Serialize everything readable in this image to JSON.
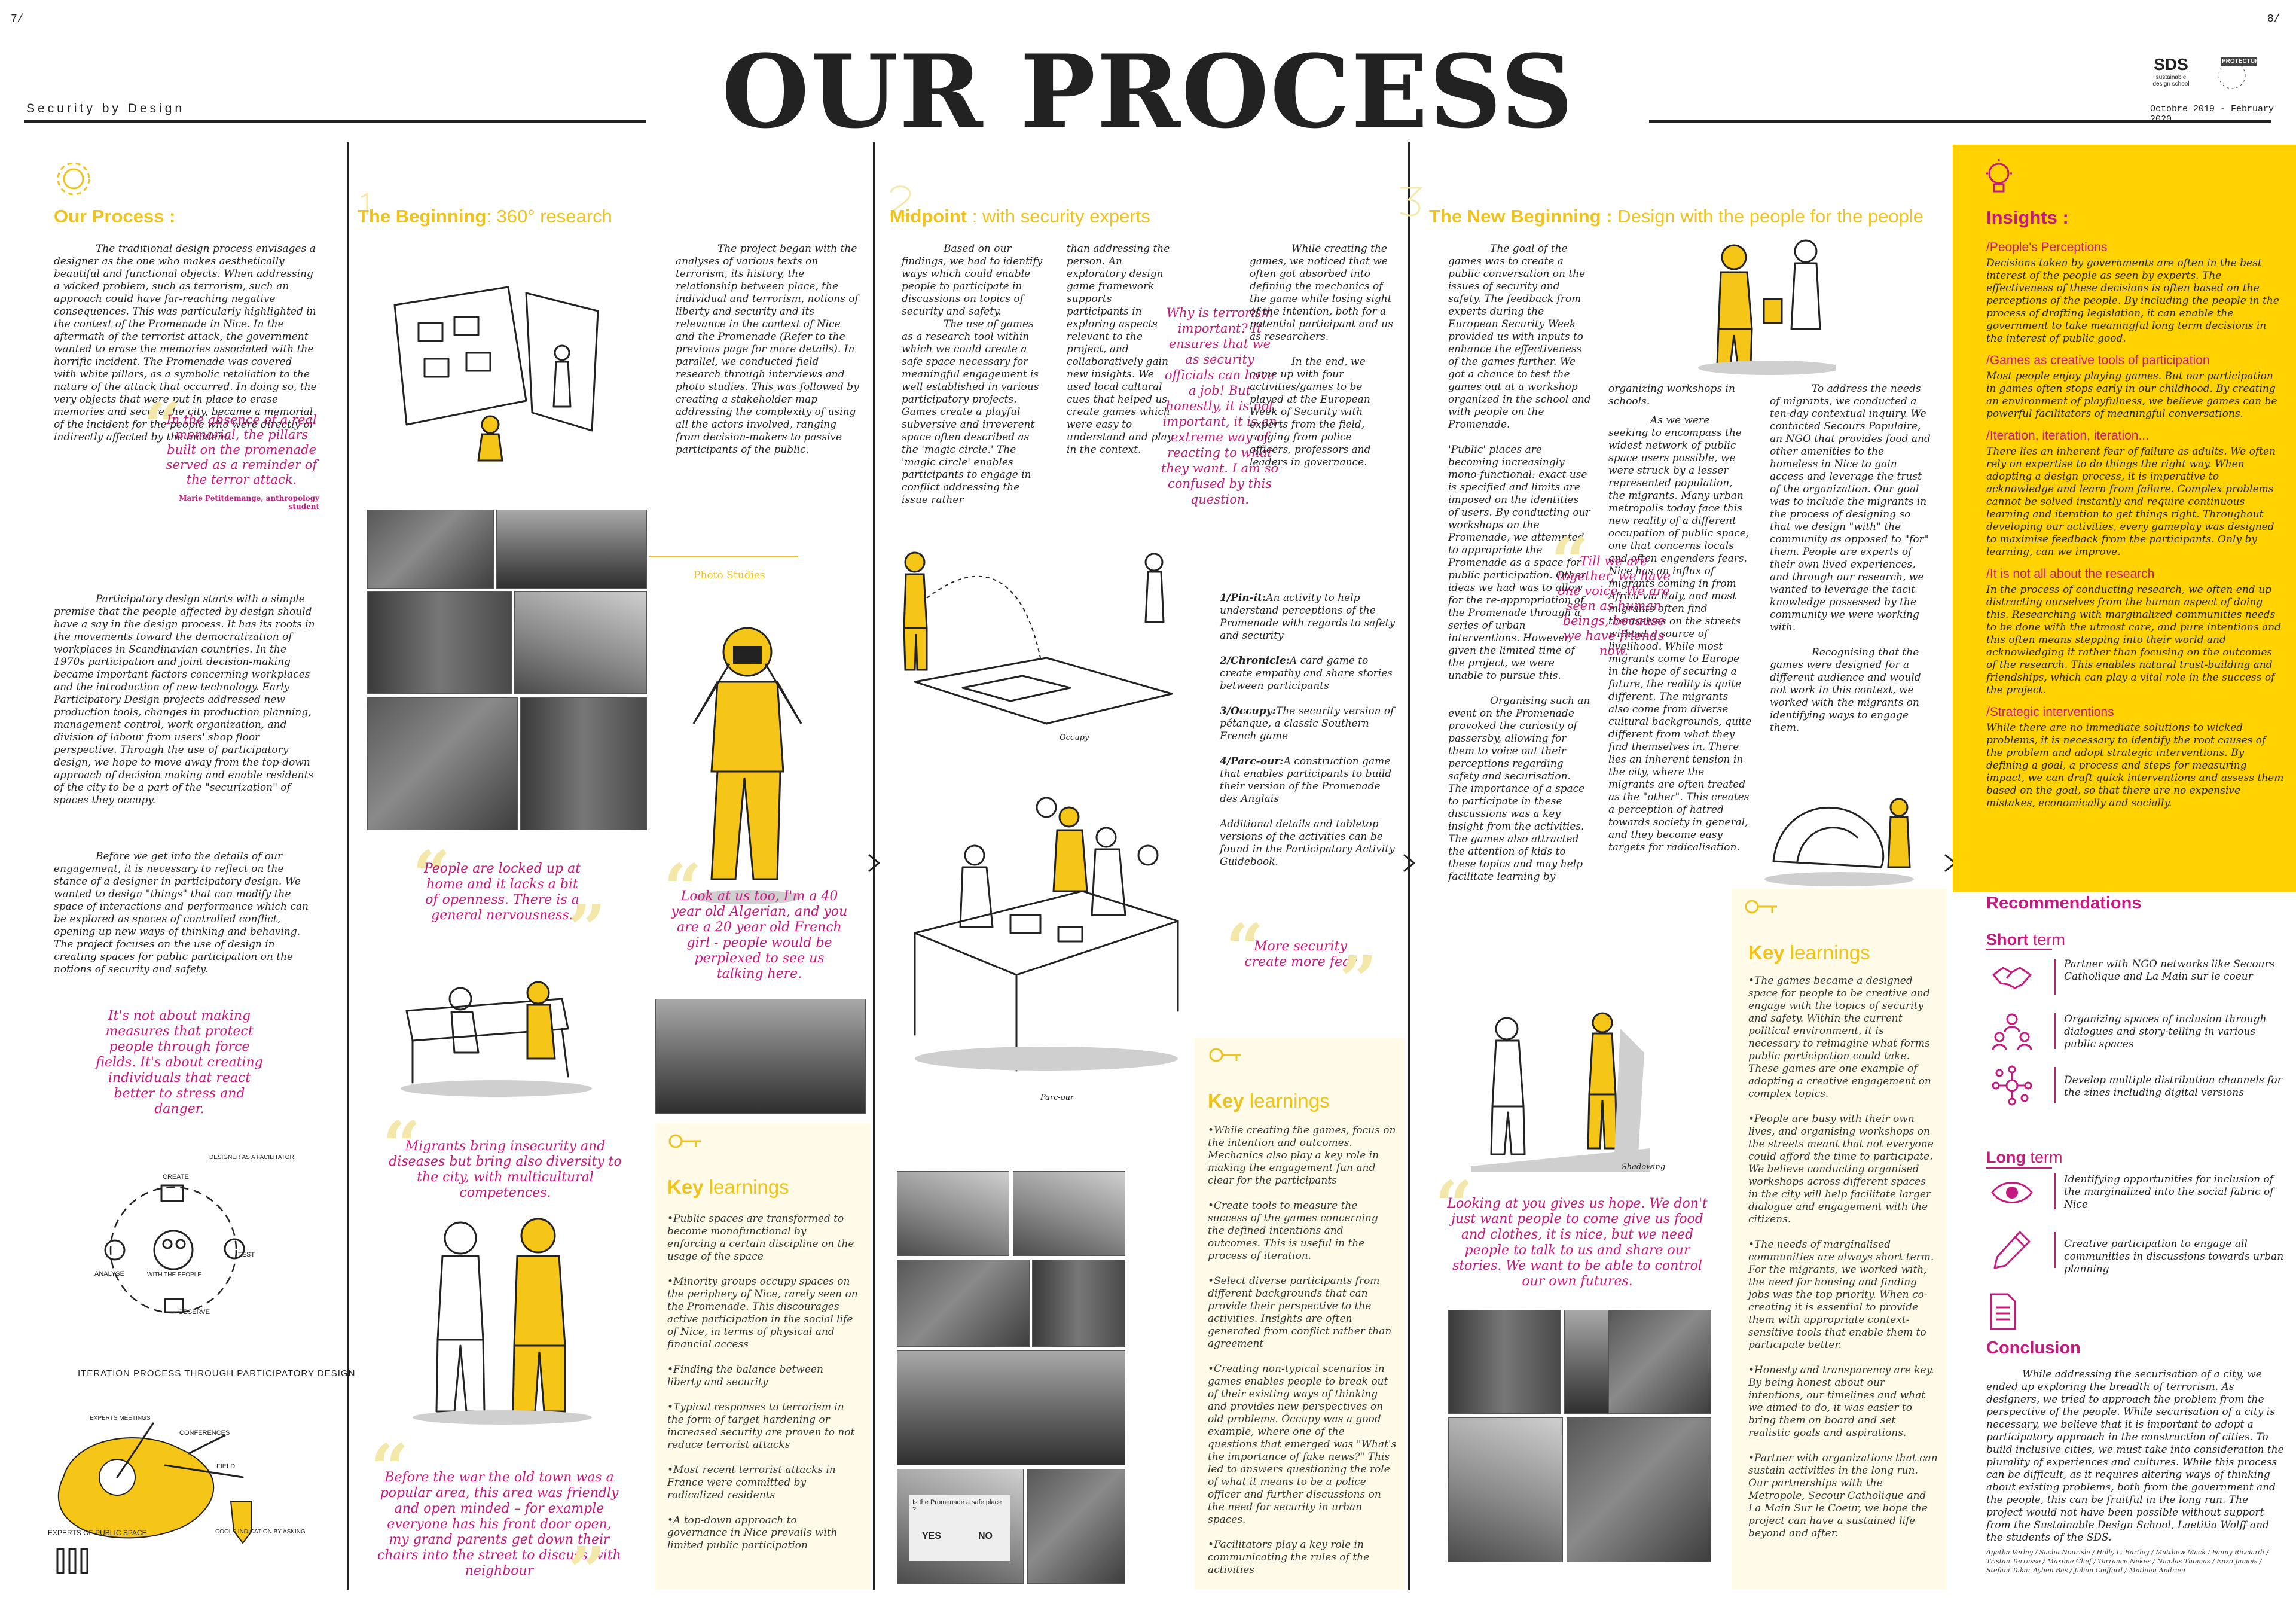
{
  "header": {
    "page_left": "7/",
    "page_right": "8/",
    "project": "Security by Design",
    "title": "OUR PROCESS",
    "logo_sds": "SDS",
    "logo_sds_sub": "sustainable design school",
    "logo_partner": "PROTECTUR",
    "dates": "Octobre 2019 - February 2020"
  },
  "col1": {
    "title": "Our Process :",
    "p1": "The traditional design process envisages a designer as the one who makes aesthetically beautiful and functional objects. When addressing a wicked problem, such as terrorism, such an approach could have far-reaching negative consequences. This was particularly highlighted in the context of the Promenade in Nice. In the aftermath of the terrorist attack, the government wanted to erase the memories associated with the horrific incident. The Promenade was covered with white pillars, as a symbolic retaliation to the nature of the attack that occurred. In doing so, the very objects that were put in place to erase memories and secure the city, became a memorial of the incident for the people who were directly or indirectly affected by the incident.",
    "quote1": "In the absence of a real memorial, the pillars built on the promenade served as a reminder of the terror attack.",
    "quote1_author": "Marie Petitdemange, anthropology student",
    "p2": "Participatory design starts with a simple premise that the people affected by design should have a say in the design process. It has its roots in the movements toward the democratization of workplaces in Scandinavian countries. In the 1970s participation and joint decision-making became important factors concerning workplaces and the introduction of new technology. Early Participatory Design projects addressed new production tools, changes in production planning, management control, work organization, and division of labour from users' shop floor perspective. Through the use of participatory design, we hope to move away from the top-down approach of decision making and enable residents of the city to be a part of the \"securization\" of spaces they occupy.",
    "p3": "Before we get into the details of our engagement, it is necessary to reflect on the stance of a designer in participatory design. We wanted to design \"things\" that can modify the space of interactions and performance which can be explored as spaces of controlled conflict, opening up new ways of thinking and behaving. The project focuses on the use of design in creating spaces for public participation on the notions of security and safety.",
    "quote2": "It's not about making measures that protect people through force fields. It's about creating individuals that react better to stress and danger.",
    "cycle_labels": [
      "DESIGNER AS A FACILITATOR",
      "CREATE",
      "TEST",
      "ANALYSE",
      "OBSERVE",
      "WITH THE PEOPLE"
    ],
    "diagram_caption": "ITERATION PROCESS THROUGH PARTICIPATORY DESIGN",
    "map_labels": [
      "EXPERTS OF PUBLIC SPACE",
      "FIELD",
      "CONFERENCES",
      "EXPERTS MEETINGS",
      "COOLS INDICATION BY ASKING"
    ]
  },
  "col2": {
    "title": "The Beginning",
    "subtitle": ": 360° research",
    "p1": "The project began with the analyses of various texts on terrorism, its history, the relationship between place, the individual and terrorism, notions of liberty and security and its relevance in the context of Nice and the Promenade (Refer to the previous page for more details). In parallel, we conducted field research through interviews and photo studies. This was followed by creating a stakeholder map addressing the complexity of using all the actors involved, ranging from decision-makers to passive participants of the public.",
    "photo_label": "Photo Studies",
    "quote1": "People are locked up at home and it lacks a bit of openness. There is a general nervousness.",
    "quote2": "Look at us too, I'm a 40 year old Algerian, and you are a 20 year old French girl - people would be perplexed to see us talking here.",
    "quote3": "Migrants bring insecurity and diseases but bring also diversity to the city, with multicultural competences.",
    "quote4": "Before the war the old town was a popular area, this area was friendly and open minded – for example everyone has his front door open, my grand parents get down their chairs into the street to discuss with neighbour",
    "kl_title_a": "Key",
    "kl_title_b": "learnings",
    "kl": [
      "•Public spaces are transformed to become monofunctional by enforcing a certain discipline on the usage of the space",
      "•Minority groups occupy spaces on the periphery of Nice, rarely seen on the Promenade. This discourages active participation in the social life of Nice, in terms of physical and financial access",
      "•Finding the balance between liberty and security",
      "•Typical responses to terrorism in the form of target hardening or increased security are proven to not reduce terrorist attacks",
      "•Most recent terrorist attacks in France were committed by radicalized residents",
      "•A top-down approach to governance in Nice prevails with limited public participation"
    ]
  },
  "col3": {
    "title": "Midpoint",
    "subtitle": ": with security experts",
    "p1": "Based on our findings, we had to identify ways which could enable people to participate in discussions on topics of security and safety.",
    "p2": "The use of games as a research tool within which we could create a safe space necessary for meaningful engagement is well established in various participatory projects. Games create a playful subversive and irreverent space often described as the 'magic circle.' The 'magic circle' enables participants to engage in conflict addressing the issue rather",
    "p3": "than addressing the person. An exploratory design game framework supports participants in exploring aspects relevant to the project, and collaboratively gain new insights. We used local cultural cues that helped us create games which were easy to understand and play in the context.",
    "p4": "While creating the games, we noticed that we often got absorbed into defining the mechanics of the game while losing sight of the intention, both for a potential participant and us as researchers.",
    "p5": "In the end, we came up with four activities/games to be played at the European Week of Security with experts from the field, ranging from police officers, professors and leaders in governance.",
    "quote1": "Why is terrorism important? It ensures that we as security officials can have a job! But honestly, it is not important, it is an extreme way of reacting to what they want. I am so confused by this question.",
    "activities": [
      {
        "name": "1/Pin-it:",
        "text": "An activity to help understand perceptions of the Promenade with regards to safety and security"
      },
      {
        "name": "2/Chronicle:",
        "text": "A card game to create empathy and share stories between participants"
      },
      {
        "name": "3/Occupy:",
        "text": "The security version of pétanque, a classic Southern French game"
      },
      {
        "name": "4/Parc-our:",
        "text": "A construction game that enables participants to build their version of the Promenade des Anglais"
      }
    ],
    "p6": "Additional details and tabletop versions of the activities can be found in the Participatory Activity Guidebook.",
    "caption_occupy": "Occupy",
    "caption_parcour": "Parc-our",
    "quote2": "More security create more fear",
    "photo_text_a": "Is the Promenade a safe place ?",
    "photo_text_b": "YES",
    "photo_text_c": "NO",
    "kl_title_a": "Key",
    "kl_title_b": "learnings",
    "kl": [
      "•While creating the games, focus on the intention and outcomes. Mechanics also play a key role in making the engagement fun and clear for the participants",
      "•Create tools to measure the success of the games concerning the defined intentions and outcomes. This is useful in the process of iteration.",
      "•Select diverse participants from different backgrounds that can provide their perspective to the activities. Insights are often generated from conflict rather than agreement",
      "•Creating non-typical scenarios in games enables people to break out of their existing ways of thinking and provides new perspectives on old problems. Occupy was a good example, where one of the questions that emerged was \"What's the importance of fake news?\" This led to answers questioning the role of what it means to be a police officer and further discussions on the need for security in urban spaces.",
      "•Facilitators play a key role in communicating the rules of the activities"
    ]
  },
  "col4": {
    "title": "The New Beginning :",
    "subtitle": "Design with the people for the people",
    "p1": "The goal of the games was to create a public conversation on the issues of security and safety. The feedback from experts during the European Security Week provided us with inputs to enhance the effectiveness of the games further. We got a chance to test the games out at a workshop organized in the school and with people on the Promenade.",
    "p2": "'Public' places are becoming increasingly mono-functional: exact use is specified and limits are imposed on the identities of users. By conducting our workshops on the Promenade, we attempted to appropriate the Promenade as a space for public participation. Other ideas we had was to allow for the re-appropriation of the Promenade through a series of urban interventions. However, given the limited time of the project, we were unable to pursue this.",
    "p3": "Organising such an event on the Promenade provoked the curiosity of passersby, allowing for them to voice out their perceptions regarding safety and securisation. The importance of a space to participate in these discussions was a key insight from the activities. The games also attracted the attention of kids to these topics and may help facilitate learning by",
    "p4": "organizing workshops in schools.",
    "p5": "As we were seeking to encompass the widest network of public space users possible, we were struck by a lesser represented population, the migrants. Many urban metropolis today face this new reality of a different occupation of public space, one that concerns locals and often engenders fears. Nice has an influx of migrants coming in from Africa via Italy, and most migrants often find themselves on the streets without a source of livelihood. While most migrants come to Europe in the hope of securing a future, the reality is quite different. The migrants also come from diverse cultural backgrounds, quite different from what they find themselves in. There lies an inherent tension in the city, where the migrants are often treated as the \"other\". This creates a perception of hatred towards society in general, and they become easy targets for radicalisation.",
    "p6": "To address the needs of migrants, we conducted a ten-day contextual inquiry. We contacted Secours Populaire, an NGO that provides food and other amenities to the homeless in Nice to gain access and leverage the trust of the organization. Our goal was to include the migrants in the process of designing so that we design \"with\" the community as opposed to \"for\" them. People are experts of their own lived experiences, and through our research, we wanted to leverage the tacit knowledge possessed by the community we were working with.",
    "p7": "Recognising that the games were designed for a different audience and would not work in this context, we worked with the migrants on identifying ways to engage them.",
    "quote1": "Till we are together, we have one voice. We are seen as human beings, because we have friends now.",
    "quote2": "Looking at you gives us hope. We don't just want people to come give us food and clothes, it is nice, but we need people to talk to us and share our stories. We want to be able to control our own futures.",
    "caption_shadowing": "Shadowing",
    "kl_title_a": "Key",
    "kl_title_b": "learnings",
    "kl": [
      "•The games became a designed space for people to be creative and engage with the topics of security and safety. Within the current political environment, it is necessary to reimagine what forms public participation could take. These games are one example of adopting a creative engagement on complex topics.",
      "•People are busy with their own lives, and organising workshops on the streets meant that not everyone could afford the time to participate. We believe conducting organised workshops across different spaces in the city will help facilitate larger dialogue and engagement with the citizens.",
      "•The needs of marginalised communities are always short term. For the migrants, we worked with, the need for housing and finding jobs was the top priority. When co-creating it is essential to provide them with appropriate context-sensitive tools that enable them to participate better.",
      "•Honesty and transparency are key. By being honest about our intentions, our timelines and what we aimed to do, it was easier to bring them on board and set realistic goals and aspirations.",
      "•Partner with organizations that can sustain activities in the long run. Our partnerships with the Metropole, Secour Catholique and La Main Sur le Coeur, we hope the project can have a sustained life beyond and after."
    ]
  },
  "insights": {
    "title": "Insights :",
    "items": [
      {
        "h": "/People's Perceptions",
        "p": "Decisions taken by governments are often in the best interest of the people as seen by experts. The effectiveness of these decisions is often based on the perceptions of the people. By including the people in the process of drafting legislation, it can enable the government to take meaningful long term decisions in the interest of public good."
      },
      {
        "h": "/Games as creative tools of participation",
        "p": "Most people enjoy playing games. But our participation in games often stops early in our childhood. By creating an environment of playfulness, we believe games can be powerful facilitators of meaningful conversations."
      },
      {
        "h": "/Iteration, iteration, iteration...",
        "p": "There lies an inherent fear of failure as adults. We often rely on expertise to do things the right way. When adopting a design process, it is imperative to acknowledge and learn from failure. Complex problems cannot be solved instantly and require continuous learning and iteration to get things right. Throughout developing our activities, every gameplay was designed to maximise feedback from the participants. Only by learning, can we improve."
      },
      {
        "h": "/It is not all about the research",
        "p": "In the process of conducting research, we often end up distracting ourselves from the human aspect of doing this. Researching with marginalized communities needs to be done with the utmost care, and pure intentions and this often means stepping into their world and acknowledging it rather than focusing on the outcomes of the research. This enables natural trust-building and friendships, which can play a vital role in the success of the project."
      },
      {
        "h": "/Strategic interventions",
        "p": "While there are no immediate solutions to wicked problems, it is necessary to identify the root causes of the problem and adopt strategic interventions. By defining a goal, a process and steps for measuring impact, we can draft quick interventions and assess them based on the goal, so that there are no expensive mistakes, economically and socially."
      }
    ],
    "rec_title": "Recommendations",
    "short_a": "Short",
    "short_b": "term",
    "short": [
      "Partner with NGO networks like Secours Catholique and La Main sur le coeur",
      "Organizing spaces of inclusion through dialogues and story-telling in various public spaces",
      "Develop multiple distribution channels for the zines including digital versions"
    ],
    "long_a": "Long",
    "long_b": "term",
    "long": [
      "Identifying opportunities for inclusion of the marginalized into the social fabric of Nice",
      "Creative participation to engage all communities in discussions towards urban planning"
    ],
    "concl_title": "Conclusion",
    "conclusion": "While addressing the securisation of a city, we ended up exploring the breadth of terrorism. As designers, we tried to approach the problem from the perspective of the people. While securisation of a city is necessary, we believe that it is important to adopt a participatory approach in the construction of cities. To build inclusive cities, we must take into consideration the plurality of experiences and cultures. While this process can be difficult, as it requires altering ways of thinking about existing problems, both from the government and the people, this can be fruitful in the long run. The project would not have been possible without support from the Sustainable Design School, Laetitia Wolff and the students of the SDS.",
    "credits": "Agatha Verlay / Sacha Nourisle / Holly L. Bartley / Matthew Mack / Fanny Ricciardi / Tristan Terrasse / Maxime Chef / Tarrance Nekes / Nicolas Thomas / Enzo Jamois / Stefani Takar Ayben Bas / Julian Coifford / Mathieu Andrieu"
  },
  "colors": {
    "yellow": "#f0c21c",
    "magenta": "#c4197f",
    "panel": "#ffd200",
    "cream": "#fffbe8"
  }
}
